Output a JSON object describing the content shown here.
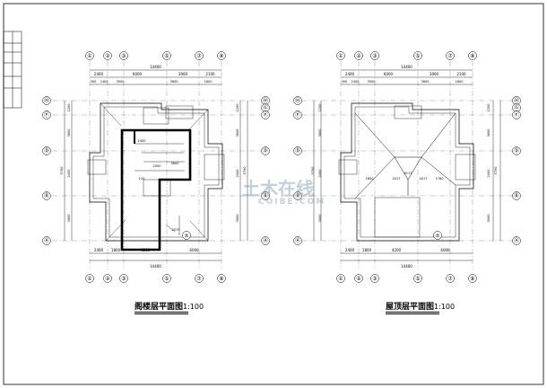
{
  "watermark": {
    "text": "土木在线",
    "subtext": "COIBE.COM"
  },
  "left_plan": {
    "title": "阁楼层平面图",
    "scale": "1:100",
    "top_dims": {
      "overall": "14400",
      "segments": [
        "2400",
        "6000",
        "3900",
        "2100"
      ],
      "sub": [
        "300",
        "2400",
        "3000",
        "3600",
        "1800"
      ]
    },
    "bottom_dims": {
      "segments": [
        "2400",
        "1800",
        "4200",
        "6000"
      ],
      "overall": "14400"
    },
    "side_dims": [
      "5700",
      "3600",
      "2400",
      "3000",
      "1200"
    ],
    "axes_top": [
      "①",
      "②",
      "③",
      "⑤",
      "⑦",
      "⑧"
    ],
    "axes_bottom": [
      "①",
      "②",
      "③",
      "⑤",
      "⑦",
      "⑧"
    ],
    "axes_left": [
      "Ⓗ",
      "Ⓕ",
      "Ⓓ",
      "Ⓑ",
      "Ⓐ"
    ],
    "axes_right": [
      "Ⓗ",
      "Ⓖ",
      "Ⓕ",
      "Ⓓ",
      "Ⓑ",
      "Ⓐ"
    ],
    "notes": [
      "2400",
      "2000",
      "3600",
      "120",
      "2070"
    ]
  },
  "right_plan": {
    "title": "屋顶层平面图",
    "scale": "1:100",
    "top_dims": {
      "overall": "14400",
      "segments": [
        "2400",
        "6000",
        "3900",
        "2100"
      ],
      "sub": [
        "300",
        "2400",
        "3000",
        "3600",
        "1800"
      ]
    },
    "bottom_dims": {
      "segments": [
        "2400",
        "1800",
        "4200",
        "6000"
      ],
      "overall": "14400"
    },
    "side_dims": [
      "5700",
      "3600",
      "2400",
      "3000",
      "1200"
    ],
    "axes_top": [
      "①",
      "②",
      "③",
      "⑤",
      "⑦",
      "⑧"
    ],
    "axes_bottom": [
      "①",
      "②",
      "③",
      "⑤",
      "⑦",
      "⑧"
    ],
    "axes_left": [
      "Ⓗ",
      "Ⓕ",
      "Ⓓ",
      "Ⓑ",
      "Ⓐ"
    ],
    "axes_right": [
      "Ⓗ",
      "Ⓖ",
      "Ⓕ",
      "Ⓓ",
      "Ⓑ",
      "Ⓐ"
    ],
    "notes": [
      "1600",
      "4017",
      "6117",
      "4017",
      "1760"
    ]
  }
}
